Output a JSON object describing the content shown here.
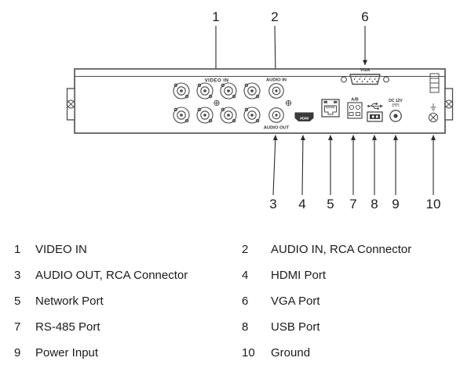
{
  "diagram": {
    "callouts": {
      "top": [
        {
          "n": "1"
        },
        {
          "n": "2"
        },
        {
          "n": "6"
        }
      ],
      "bottom": [
        {
          "n": "3"
        },
        {
          "n": "4"
        },
        {
          "n": "5"
        },
        {
          "n": "7"
        },
        {
          "n": "8"
        },
        {
          "n": "9"
        },
        {
          "n": "10"
        }
      ]
    },
    "panel_labels": {
      "video_in": "VIDEO IN",
      "audio_in": "AUDIO IN",
      "audio_out": "AUDIO OUT",
      "hdmi": "HDMI",
      "vga": "VGA",
      "rs485": "A/B",
      "power": "DC 12V"
    }
  },
  "legend": {
    "items": [
      {
        "num": "1",
        "label": "VIDEO IN"
      },
      {
        "num": "2",
        "label": "AUDIO IN, RCA Connector"
      },
      {
        "num": "3",
        "label": "AUDIO OUT, RCA Connector"
      },
      {
        "num": "4",
        "label": "HDMI Port"
      },
      {
        "num": "5",
        "label": "Network Port"
      },
      {
        "num": "6",
        "label": "VGA Port"
      },
      {
        "num": "7",
        "label": "RS-485 Port"
      },
      {
        "num": "8",
        "label": "USB Port"
      },
      {
        "num": "9",
        "label": "Power Input"
      },
      {
        "num": "10",
        "label": "Ground"
      }
    ]
  }
}
